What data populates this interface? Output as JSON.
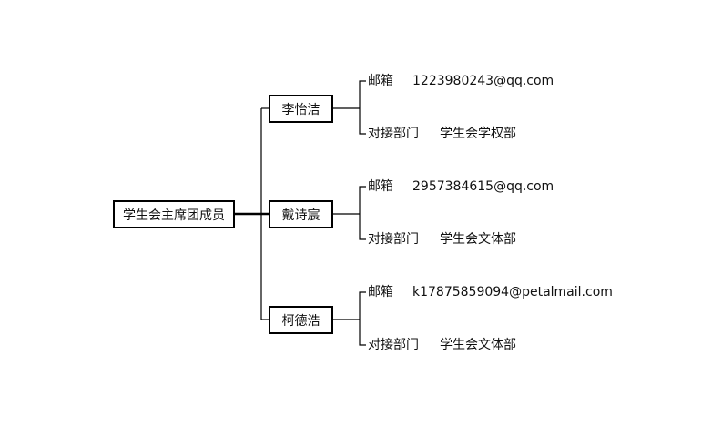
{
  "root": {
    "label": "学生会主席团成员"
  },
  "members": [
    {
      "name": "李怡洁",
      "email_label": "邮箱",
      "email": "1223980243@qq.com",
      "dept_label": "对接部门",
      "dept": "学生会学权部"
    },
    {
      "name": "戴诗宸",
      "email_label": "邮箱",
      "email": "2957384615@qq.com",
      "dept_label": "对接部门",
      "dept": "学生会文体部"
    },
    {
      "name": "柯德浩",
      "email_label": "邮箱",
      "email": "k17875859094@petalmail.com",
      "dept_label": "对接部门",
      "dept": "学生会文体部"
    }
  ]
}
